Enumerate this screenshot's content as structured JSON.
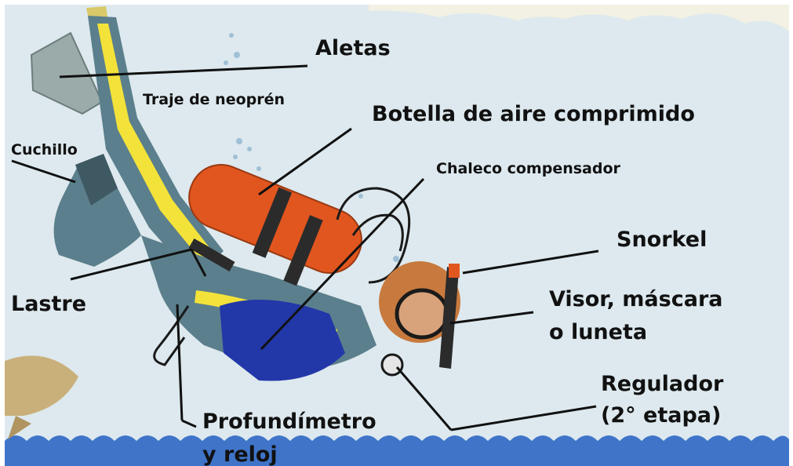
{
  "labels": {
    "aletas": "Aletas",
    "traje": "Traje de neoprén",
    "botella": "Botella de aire comprimido",
    "cuchillo": "Cuchillo",
    "chaleco": "Chaleco compensador",
    "snorkel": "Snorkel",
    "lastre": "Lastre",
    "visor_line1": "Visor, máscara",
    "visor_line2": "o luneta",
    "regulador_line1": "Regulador",
    "regulador_line2": "(2° etapa)",
    "profundimetro_line1": "Profundímetro",
    "profundimetro_line2": "y reloj"
  },
  "colors": {
    "water": "#dde9ee",
    "sea_band": "#3f74c9",
    "suit": "#5b7f8c",
    "stripe": "#f3e23a",
    "tank": "#e1561f",
    "vest": "#2238a8"
  }
}
